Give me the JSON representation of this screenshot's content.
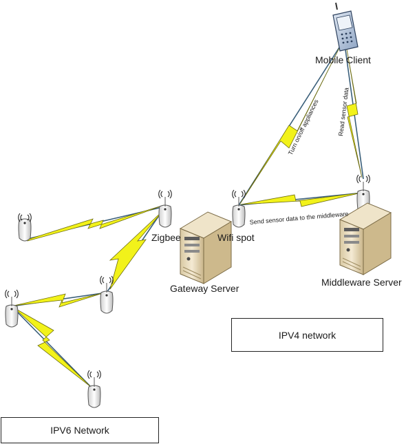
{
  "labels": {
    "mobile_client": "Mobile Client",
    "zigbee": "Zigbee",
    "wifi_spot": "Wifi spot",
    "gateway_server": "Gateway Server",
    "middleware_server": "Middleware Server",
    "turn_on_off": "Turn on/off appliances",
    "read_sensor": "Read sensor data",
    "send_sensor": "Send sensor data to the middleware"
  },
  "boxes": {
    "ipv4": "IPV4 network",
    "ipv6": "IPV6 Network"
  },
  "colors": {
    "link_line": "#3a5f7a",
    "lightning_fill": "#f2f21a",
    "lightning_stroke": "#6b6b10",
    "server_body": "#e9dcc0",
    "antenna": "#f2f2f2"
  },
  "icons": [
    "antenna-icon",
    "server-icon",
    "mobile-phone-icon",
    "lightning-link-icon"
  ]
}
